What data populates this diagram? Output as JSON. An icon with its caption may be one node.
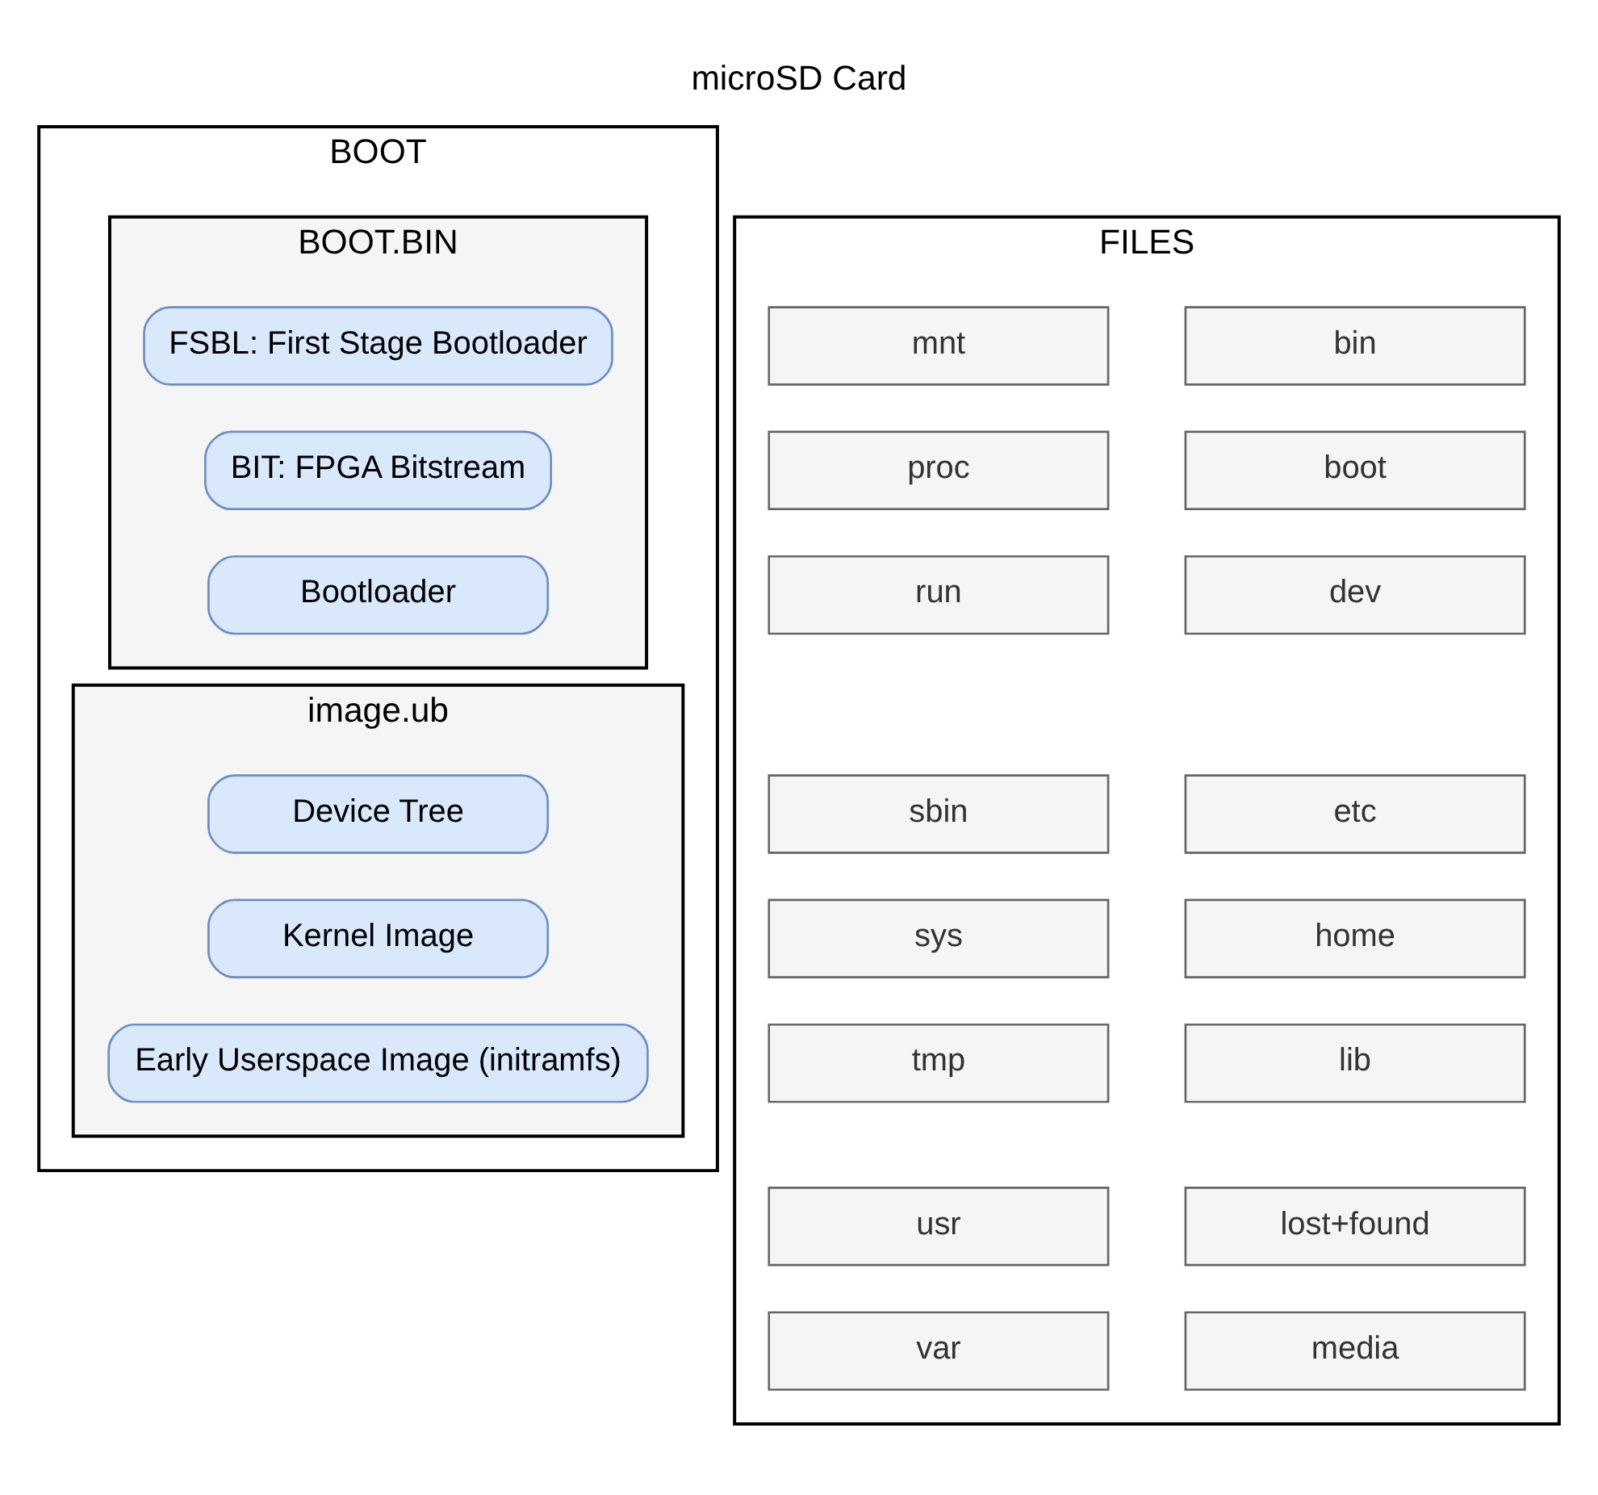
{
  "diagram": {
    "title": "microSD Card",
    "nodes": [
      {
        "text": [
          "BOOT"
        ]
      },
      {
        "text": [
          "BOOT.BIN"
        ],
        "in": 0
      },
      {
        "text": [
          "FSBL: First Stage Bootloader"
        ],
        "in": 1
      },
      {
        "text": [
          "BIT: FPGA Bitstream"
        ],
        "in": 1
      },
      {
        "text": [
          "Bootloader"
        ],
        "in": 1
      },
      {
        "text": [
          "image.ub"
        ],
        "in": 0
      },
      {
        "text": [
          "Device Tree"
        ],
        "in": 5
      },
      {
        "text": [
          "Kernel Image"
        ],
        "in": 5
      },
      {
        "text": [
          "Early Userspace Image (initramfs)"
        ],
        "in": 5
      },
      {
        "text": [
          "FILES"
        ]
      },
      {
        "text": [
          "bin"
        ],
        "in": 9
      },
      {
        "text": [
          "mnt"
        ],
        "in": 9
      },
      {
        "text": [
          "boot"
        ],
        "in": 9
      },
      {
        "text": [
          "proc"
        ],
        "in": 9
      },
      {
        "text": [
          "dev"
        ],
        "in": 9
      },
      {
        "text": [
          "run"
        ],
        "in": 9
      },
      {
        "text": [
          "etc"
        ],
        "in": 9
      },
      {
        "text": [
          "sbin"
        ],
        "in": 9
      },
      {
        "text": [
          "home"
        ],
        "in": 9
      },
      {
        "text": [
          "sys"
        ],
        "in": 9
      },
      {
        "text": [
          "lib"
        ],
        "in": 9
      },
      {
        "text": [
          "tmp"
        ],
        "in": 9
      },
      {
        "text": [
          "lost+found"
        ],
        "in": 9
      },
      {
        "text": [
          "usr"
        ],
        "in": 9
      },
      {
        "text": [
          "media"
        ],
        "in": 9
      },
      {
        "text": [
          "var"
        ],
        "in": 9
      }
    ],
    "edges": []
  }
}
